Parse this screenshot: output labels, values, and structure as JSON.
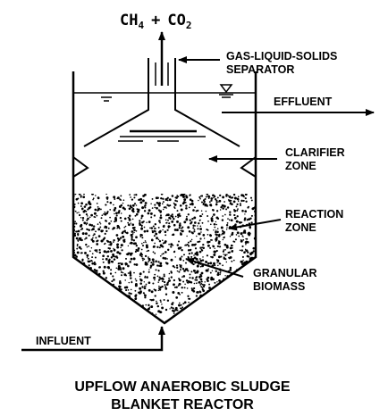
{
  "title": {
    "line1": "UPFLOW ANAEROBIC SLUDGE",
    "line2": "BLANKET REACTOR"
  },
  "gas_output": {
    "ch4": "CH",
    "ch4_sub": "4",
    "plus": "+",
    "co2": "CO",
    "co2_sub": "2"
  },
  "labels": {
    "separator_line1": "GAS-LIQUID-SOLIDS",
    "separator_line2": "SEPARATOR",
    "effluent": "EFFLUENT",
    "clarifier_line1": "CLARIFIER",
    "clarifier_line2": "ZONE",
    "reaction_line1": "REACTION",
    "reaction_line2": "ZONE",
    "granular_line1": "GRANULAR",
    "granular_line2": "BIOMASS",
    "influent": "INFLUENT"
  },
  "colors": {
    "ink": "#000000",
    "background": "#ffffff"
  }
}
